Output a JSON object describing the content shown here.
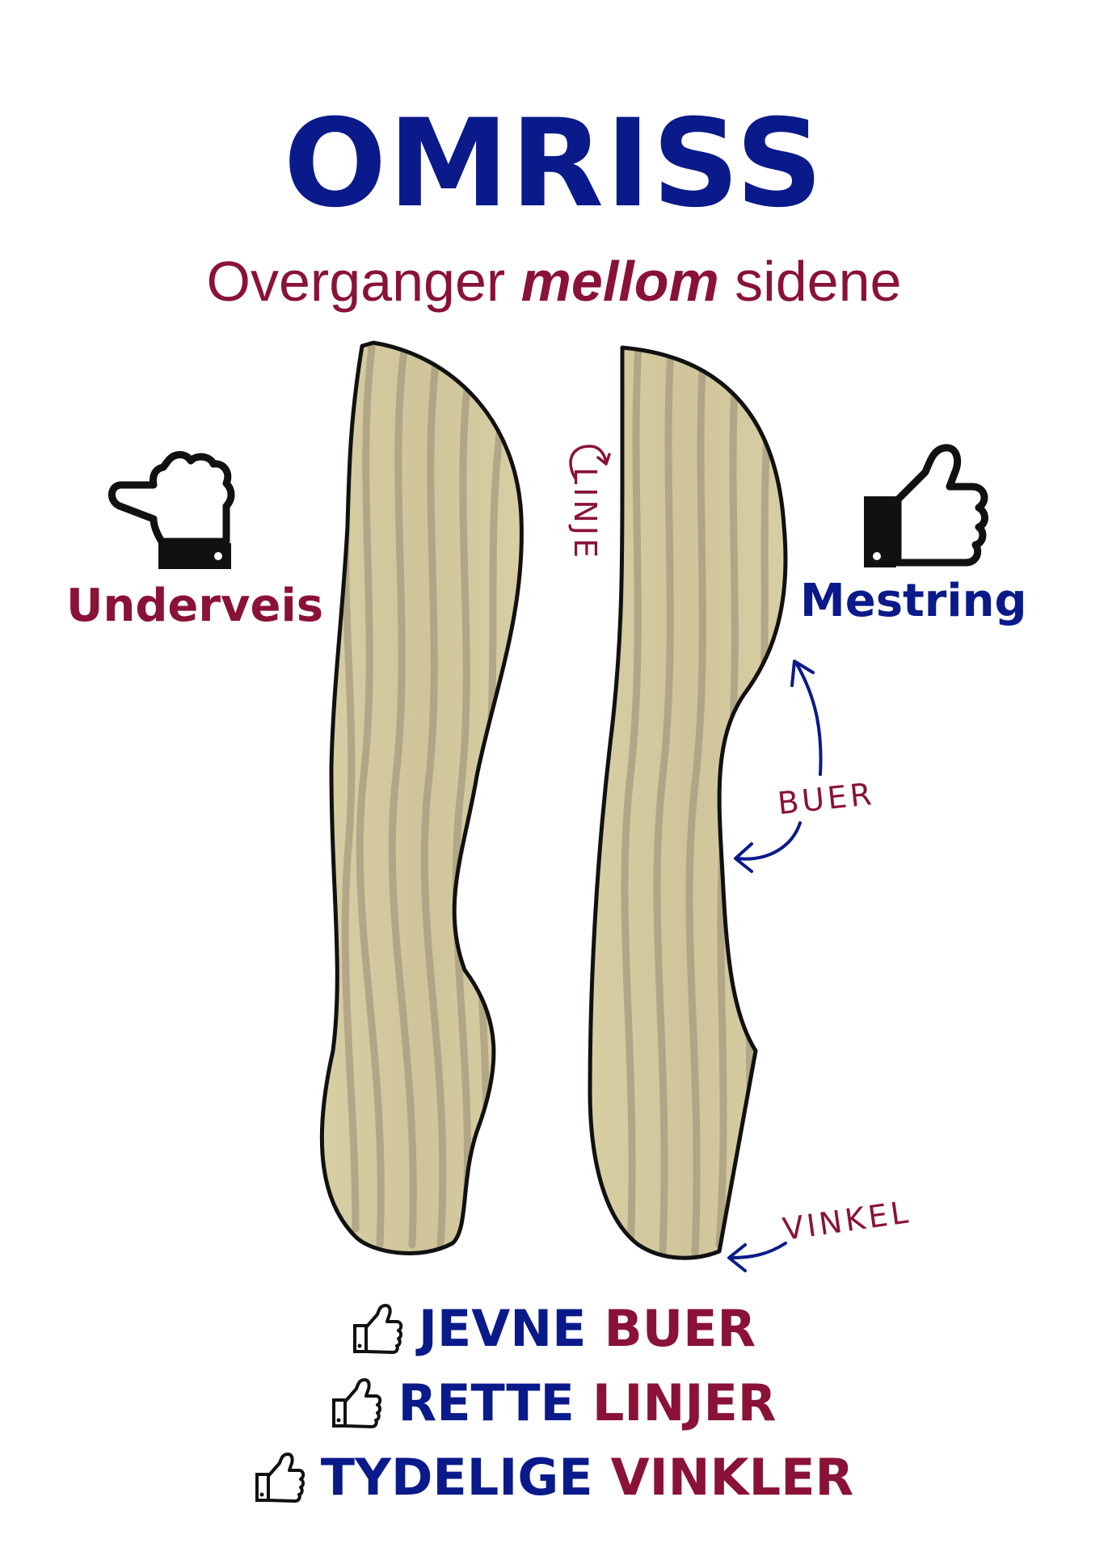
{
  "title": "OMRISS",
  "subtitle": {
    "before": "Overganger ",
    "emphasis": "mellom",
    "after": " sidene"
  },
  "left_label": "Underveis",
  "right_label": "Mestring",
  "annotations": {
    "line": "LINJE",
    "curves": "BUER",
    "angle": "VINKEL"
  },
  "rules": [
    {
      "word1": "JEVNE",
      "word2": "BUER"
    },
    {
      "word1": "RETTE",
      "word2": "LINJER"
    },
    {
      "word1": "TYDELIGE",
      "word2": "VINKLER"
    }
  ],
  "icons": {
    "left": "thumbs-down-icon",
    "right": "thumbs-up-icon",
    "bullet": "thumbs-up-outline-icon"
  },
  "colors": {
    "navy": "#0b1a8a",
    "maroon": "#8a1236",
    "wood": "#d4c99a",
    "grain": "#a69b7e",
    "outline": "#111111"
  }
}
